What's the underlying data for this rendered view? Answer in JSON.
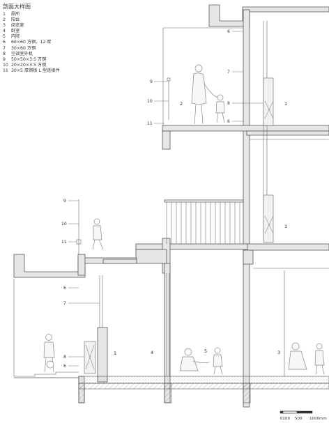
{
  "title": "剖面大样图",
  "legend": [
    {
      "num": "1",
      "text": "厕所"
    },
    {
      "num": "2",
      "text": "阳台"
    },
    {
      "num": "3",
      "text": "阅览室"
    },
    {
      "num": "4",
      "text": "卧室"
    },
    {
      "num": "5",
      "text": "内院"
    },
    {
      "num": "6",
      "text": "60×60 方钢，12 厚"
    },
    {
      "num": "7",
      "text": "30×60 方钢"
    },
    {
      "num": "8",
      "text": "空调室外机"
    },
    {
      "num": "9",
      "text": "50×50×3.5 方钢"
    },
    {
      "num": "10",
      "text": "20×20×3.5 方钢"
    },
    {
      "num": "11",
      "text": "30×5 厚钢板 L 型连接件"
    }
  ],
  "callouts": {
    "upper": {
      "c6a": "6",
      "c7": "7",
      "c9": "9",
      "c10": "10",
      "c2": "2",
      "c8": "8",
      "c1a": "1",
      "c11": "11",
      "c6b": "6",
      "c1b": "1"
    },
    "lower_left": {
      "c9": "9",
      "c10": "10",
      "c11": "11",
      "c6a": "6",
      "c7": "7",
      "c8": "8",
      "c6b": "6",
      "c1": "1"
    },
    "lower_right": {
      "c4": "4",
      "c5": "5",
      "c3": "3"
    }
  },
  "scale": {
    "labels": [
      "0100",
      "500",
      "1000mm"
    ]
  },
  "colors": {
    "line": "#444444",
    "wall_fill": "#e6e6e6",
    "wall_stroke": "#555555",
    "faint": "#9a9a9a"
  }
}
